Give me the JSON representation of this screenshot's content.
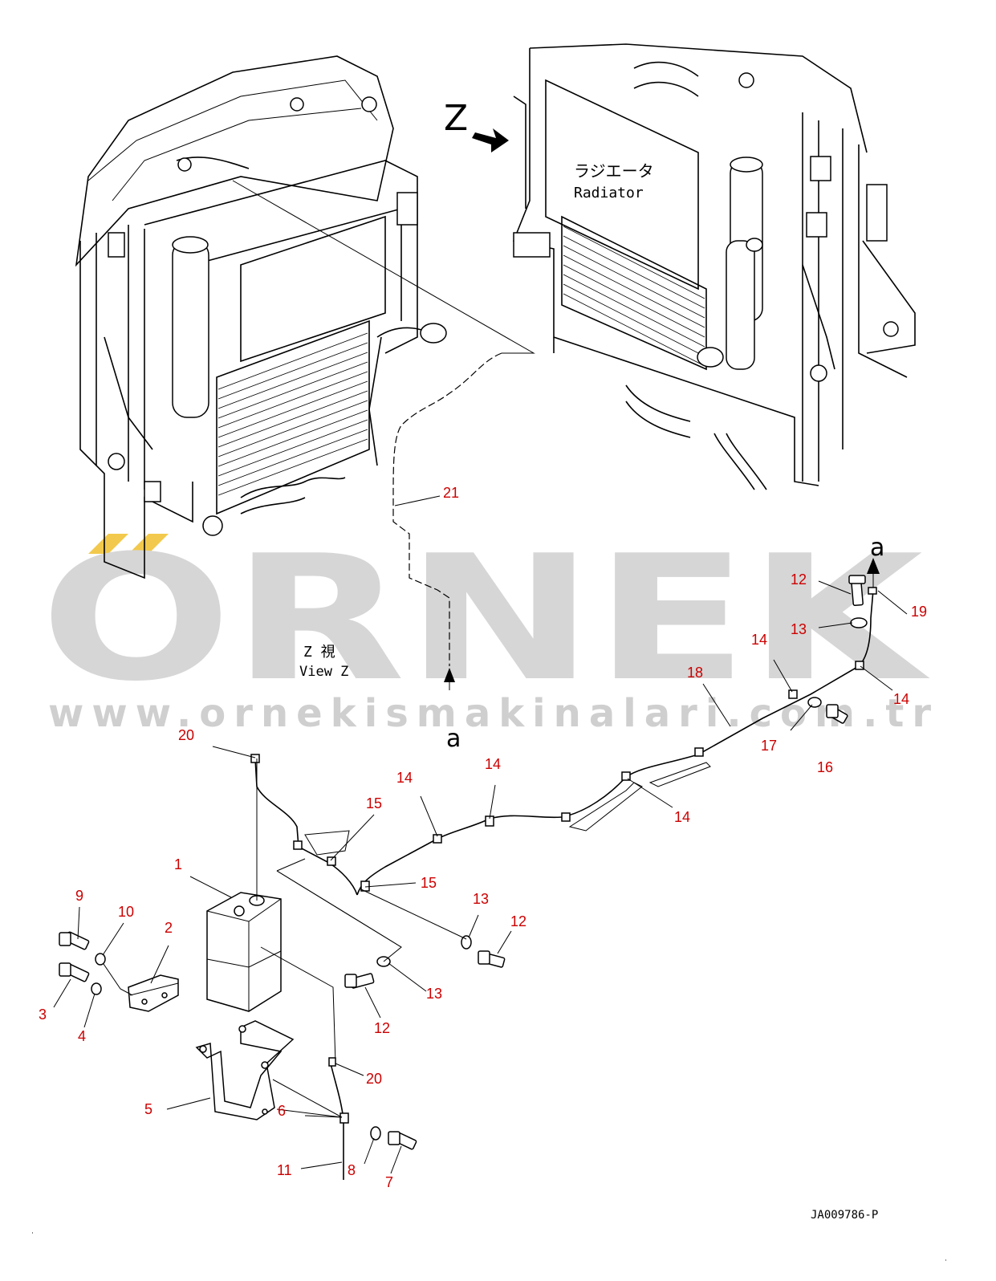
{
  "watermark": {
    "brand": "ORNEK",
    "url": "www.ornekismakinalari.com.tr",
    "brand_color": "#d6d6d6",
    "accent_color": "#f2c94c"
  },
  "views": {
    "z_marker": "Z",
    "radiator_jp": "ラジエータ",
    "radiator_en": "Radiator",
    "view_jp": "Z 視",
    "view_en": "View Z",
    "ref_a_bottom": "a",
    "ref_a_top": "a"
  },
  "doc_id": "JA009786-P",
  "callout_color": "#cc0000",
  "callouts": [
    {
      "id": "c21",
      "label": "21"
    },
    {
      "id": "c12a",
      "label": "12"
    },
    {
      "id": "c13a",
      "label": "13"
    },
    {
      "id": "c19",
      "label": "19"
    },
    {
      "id": "c14a",
      "label": "14"
    },
    {
      "id": "c14b",
      "label": "14"
    },
    {
      "id": "c18",
      "label": "18"
    },
    {
      "id": "c17",
      "label": "17"
    },
    {
      "id": "c16",
      "label": "16"
    },
    {
      "id": "c20a",
      "label": "20"
    },
    {
      "id": "c14c",
      "label": "14"
    },
    {
      "id": "c14d",
      "label": "14"
    },
    {
      "id": "c15a",
      "label": "15"
    },
    {
      "id": "c14e",
      "label": "14"
    },
    {
      "id": "c15b",
      "label": "15"
    },
    {
      "id": "c1",
      "label": "1"
    },
    {
      "id": "c9",
      "label": "9"
    },
    {
      "id": "c10",
      "label": "10"
    },
    {
      "id": "c2",
      "label": "2"
    },
    {
      "id": "c3",
      "label": "3"
    },
    {
      "id": "c4",
      "label": "4"
    },
    {
      "id": "c13b",
      "label": "13"
    },
    {
      "id": "c12b",
      "label": "12"
    },
    {
      "id": "c13c",
      "label": "13"
    },
    {
      "id": "c12c",
      "label": "12"
    },
    {
      "id": "c20b",
      "label": "20"
    },
    {
      "id": "c5",
      "label": "5"
    },
    {
      "id": "c6",
      "label": "6"
    },
    {
      "id": "c11",
      "label": "11"
    },
    {
      "id": "c8",
      "label": "8"
    },
    {
      "id": "c7",
      "label": "7"
    }
  ]
}
